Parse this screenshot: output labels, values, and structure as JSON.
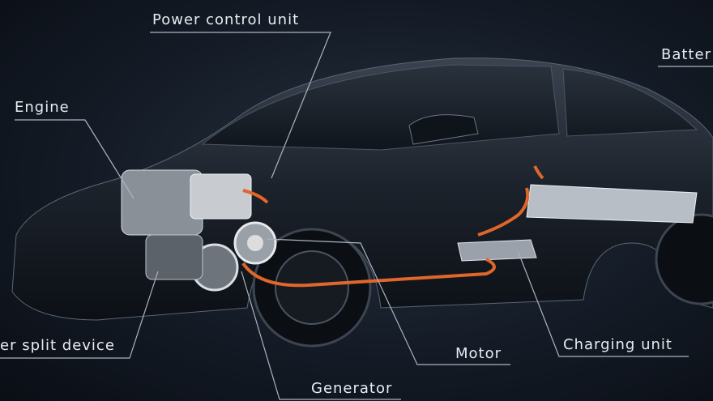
{
  "labels": {
    "power_control_unit": "Power control unit",
    "battery": "Batter",
    "engine": "Engine",
    "power_split_device": "er split device",
    "motor": "Motor",
    "charging_unit": "Charging unit",
    "generator": "Generator"
  },
  "colors": {
    "background": "#141b26",
    "cable": "#e0662a",
    "leader_line": "#aab4c0",
    "text": "#e8ecf1"
  }
}
